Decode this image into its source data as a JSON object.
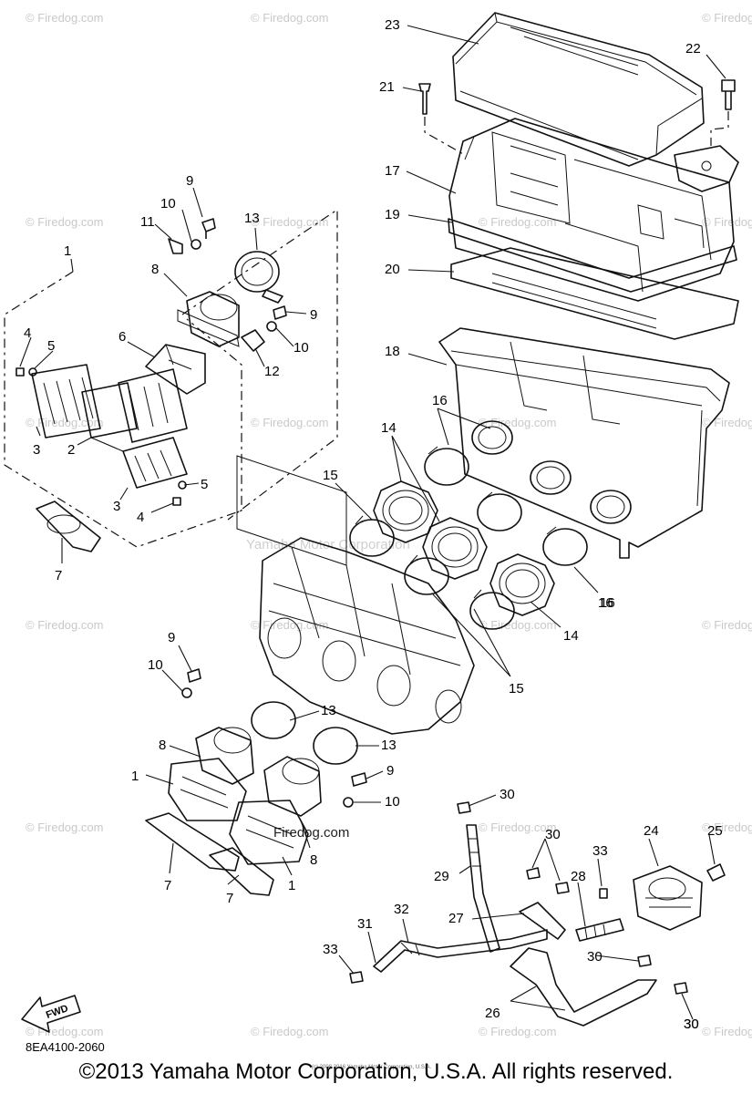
{
  "watermark": "© Firedog.com",
  "watermark_mid": "Yamaha Motor Corporation",
  "watermark_inline": "Firedog.com",
  "fwd_label": "FWD",
  "diagram_code": "8EA4100-2060",
  "fine_print": "(c) 2008 2016 Yamaha Motor Corporation, U.S.A.",
  "copyright": "©2013 Yamaha Motor Corporation, U.S.A. All rights reserved.",
  "callouts": [
    "23",
    "22",
    "21",
    "17",
    "19",
    "20",
    "18",
    "16",
    "14",
    "16",
    "15",
    "16",
    "14",
    "15",
    "1",
    "9",
    "10",
    "11",
    "13",
    "8",
    "9",
    "10",
    "6",
    "12",
    "4",
    "5",
    "3",
    "2",
    "3",
    "5",
    "4",
    "7",
    "9",
    "10",
    "13",
    "13",
    "8",
    "9",
    "1",
    "10",
    "8",
    "7",
    "7",
    "1",
    "30",
    "30",
    "24",
    "25",
    "33",
    "28",
    "29",
    "27",
    "32",
    "31",
    "33",
    "30",
    "30",
    "26",
    "30"
  ]
}
